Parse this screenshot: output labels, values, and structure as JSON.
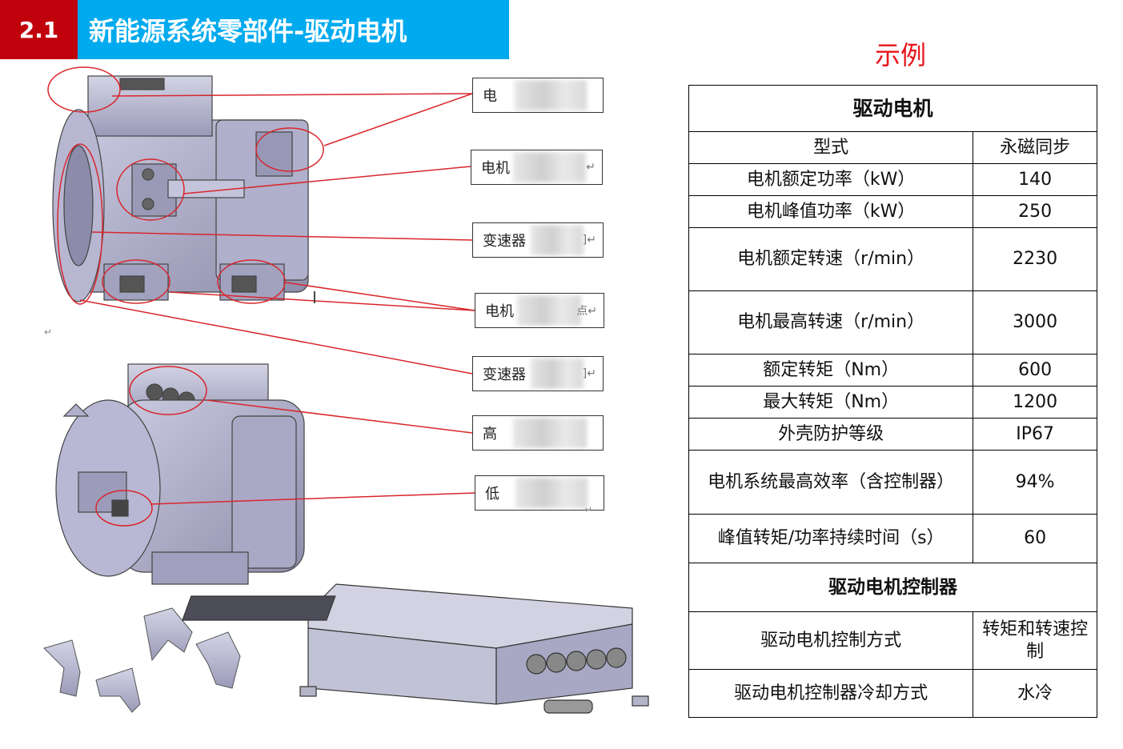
{
  "header": {
    "section_number": "2.1",
    "title": "新能源系统零部件-驱动电机"
  },
  "example_label": "示例",
  "spec_table": {
    "title": "驱动电机",
    "rows": [
      {
        "label": "型式",
        "value": "永磁同步"
      },
      {
        "label": "电机额定功率（kW）",
        "value": "140"
      },
      {
        "label": "电机峰值功率（kW）",
        "value": "250"
      },
      {
        "label": "电机额定转速（r/min）",
        "value": "2230"
      },
      {
        "label": "电机最高转速（r/min）",
        "value": "3000"
      },
      {
        "label": "额定转矩（Nm）",
        "value": "600"
      },
      {
        "label": "最大转矩（Nm）",
        "value": "1200"
      },
      {
        "label": "外壳防护等级",
        "value": "IP67"
      },
      {
        "label": "电机系统最高效率（含控制器）",
        "value": "94%"
      },
      {
        "label": "峰值转矩/功率持续时间（s）",
        "value": "60"
      }
    ],
    "controller_title": "驱动电机控制器",
    "controller_rows": [
      {
        "label": "驱动电机控制方式",
        "value": "转矩和转速控制"
      },
      {
        "label": "驱动电机控制器冷却方式",
        "value": "水冷"
      }
    ]
  },
  "callouts": [
    {
      "visible_text": "电",
      "mark": ""
    },
    {
      "visible_text": "电机",
      "mark": "↵"
    },
    {
      "visible_text": "变速器",
      "mark": "]↵"
    },
    {
      "visible_text": "电机",
      "mark": "点↵"
    },
    {
      "visible_text": "变速器",
      "mark": "]↵"
    },
    {
      "visible_text": "高",
      "mark": ""
    },
    {
      "visible_text": "低",
      "mark": ""
    }
  ],
  "colors": {
    "header_red": "#c0000b",
    "header_blue": "#00aaee",
    "example_red": "#e8141a",
    "annotation_red": "#d9262c",
    "motor_gray": "#a9a9c6"
  }
}
